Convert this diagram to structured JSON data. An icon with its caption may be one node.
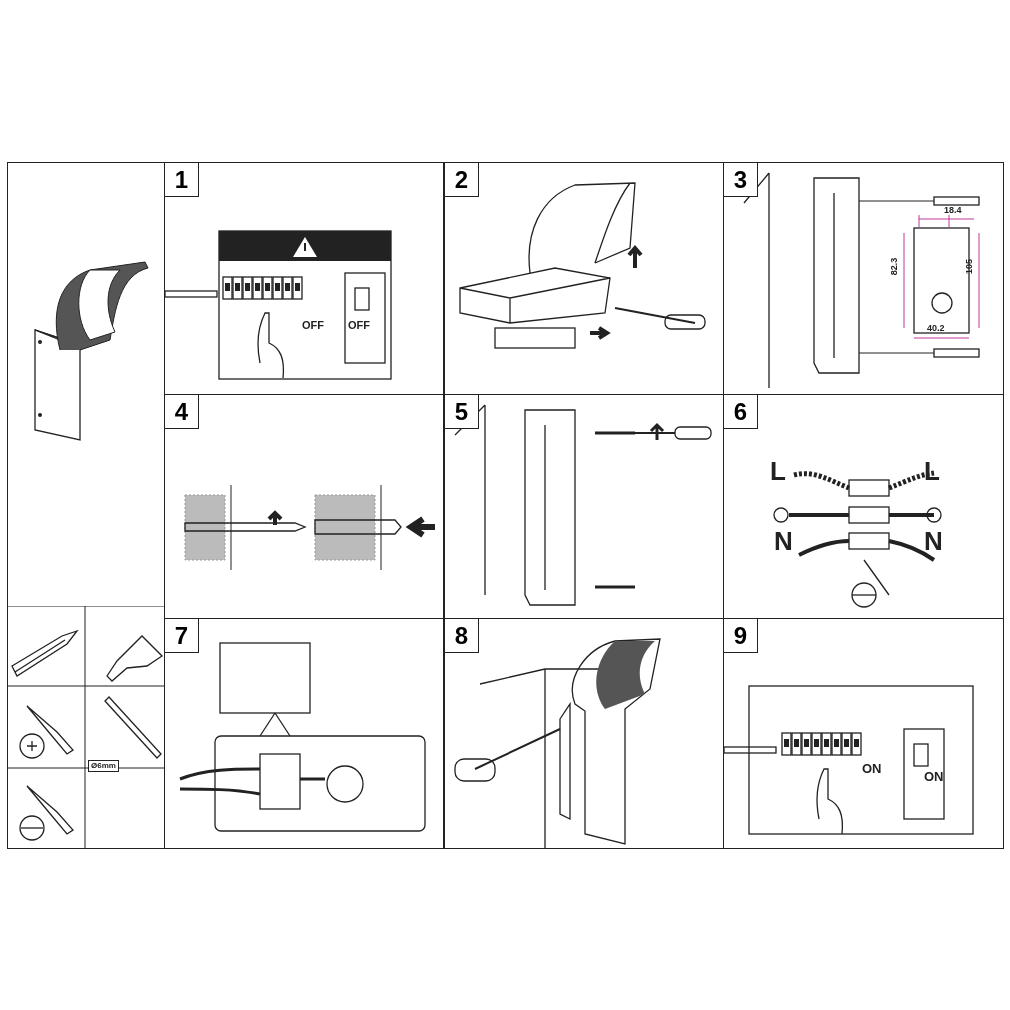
{
  "diagram": {
    "nodes": [
      {
        "text": [
          "1"
        ]
      },
      {
        "text": [
          "2"
        ]
      },
      {
        "text": [
          "3"
        ]
      },
      {
        "text": [
          "4"
        ]
      },
      {
        "text": [
          "5"
        ]
      },
      {
        "text": [
          "6"
        ]
      },
      {
        "text": [
          "7"
        ]
      },
      {
        "text": [
          "8"
        ]
      },
      {
        "text": [
          "9"
        ]
      }
    ],
    "labels": [
      "OFF",
      "OFF",
      "18.4",
      "82.3",
      "105",
      "40.2",
      "L",
      "L",
      "N",
      "N",
      "Ø6mm",
      "ON",
      "ON"
    ]
  }
}
